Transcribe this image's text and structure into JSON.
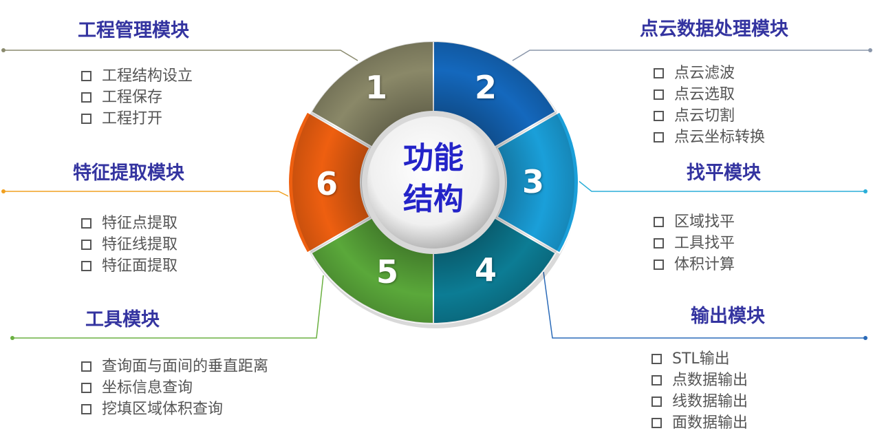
{
  "center_title": [
    "功能",
    "结构"
  ],
  "modules": [
    {
      "number": "1",
      "title": "工程管理模块",
      "color": "#8a8868",
      "line_color": "#8a8a6e",
      "items": [
        "工程结构设立",
        "工程保存",
        "工程打开"
      ]
    },
    {
      "number": "2",
      "title": "点云数据处理模块",
      "color": "#1468bd",
      "line_color": "#8a96aa",
      "items": [
        "点云滤波",
        "点云选取",
        "点云切割",
        "点云坐标转换"
      ]
    },
    {
      "number": "3",
      "title": "找平模块",
      "color": "#1a9fd9",
      "line_color": "#2aaed8",
      "items": [
        "区域找平",
        "工具找平",
        "体积计算"
      ]
    },
    {
      "number": "4",
      "title": "输出模块",
      "color": "#0c7c94",
      "line_color": "#2a6ab8",
      "items": [
        "STL输出",
        "点数据输出",
        "线数据输出",
        "面数据输出"
      ]
    },
    {
      "number": "5",
      "title": "工具模块",
      "color": "#5aa83a",
      "line_color": "#6ab040",
      "items": [
        "查询面与面间的垂直距离",
        "坐标信息查询",
        "挖填区域体积查询"
      ]
    },
    {
      "number": "6",
      "title": "特征提取模块",
      "color": "#ee5f10",
      "line_color": "#f0a020",
      "items": [
        "特征点提取",
        "特征线提取",
        "特征面提取"
      ]
    }
  ]
}
